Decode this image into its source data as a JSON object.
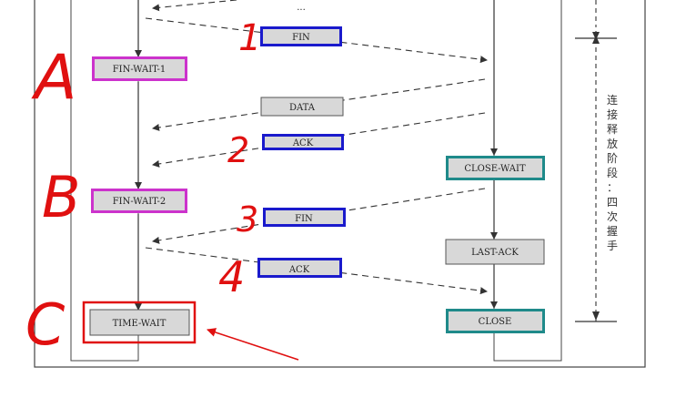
{
  "ellipsis": "...",
  "side_label": [
    "连",
    "接",
    "释",
    "放",
    "阶",
    "段",
    "：",
    "四",
    "次",
    "握",
    "手"
  ],
  "client_states": [
    {
      "text": "FIN-WAIT-1"
    },
    {
      "text": "FIN-WAIT-2"
    },
    {
      "text": "TIME-WAIT"
    }
  ],
  "server_states": [
    {
      "text": "CLOSE-WAIT"
    },
    {
      "text": "LAST-ACK"
    },
    {
      "text": "CLOSE"
    }
  ],
  "messages": [
    {
      "text": "FIN"
    },
    {
      "text": "DATA"
    },
    {
      "text": "ACK"
    },
    {
      "text": "FIN"
    },
    {
      "text": "ACK"
    }
  ],
  "annotations": {
    "step_numbers": [
      "1",
      "2",
      "3",
      "4"
    ],
    "state_letters": [
      "A",
      "B",
      "C"
    ]
  },
  "colors": {
    "client_state_border": "#cc33cc",
    "server_state_border": "#1f8a8a",
    "message_border": "#1a1acc",
    "annotation": "#e01010",
    "box_fill": "#d8d8d8"
  }
}
